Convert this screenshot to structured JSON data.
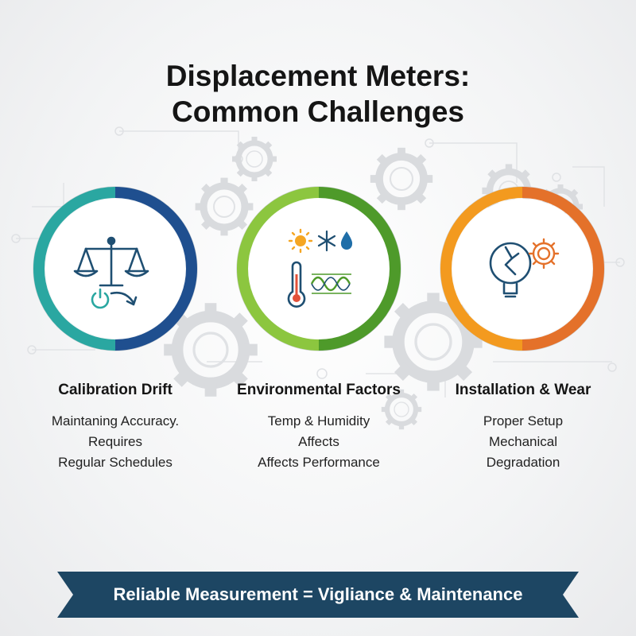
{
  "title": {
    "line1": "Displacement Meters:",
    "line2": "Common Challenges"
  },
  "cards": [
    {
      "heading": "Calibration Drift",
      "lines": [
        "Maintaning Accuracy.",
        "Requires",
        "Regular Schedules"
      ],
      "ring_colors": [
        "#2aa7a1",
        "#1f4f8f"
      ],
      "icon": "balance-scale-icon"
    },
    {
      "heading": "Environmental Factors",
      "lines": [
        "Temp & Humidity",
        "Affects",
        "Affects Performance"
      ],
      "ring_colors": [
        "#8cc63f",
        "#4e9a2a"
      ],
      "icon": "weather-thermometer-icon"
    },
    {
      "heading": "Installation & Wear",
      "lines": [
        "Proper Setup",
        "Mechanical",
        "Degradation"
      ],
      "ring_colors": [
        "#f39a1f",
        "#e4712a"
      ],
      "icon": "broken-gauge-gear-icon"
    }
  ],
  "banner": {
    "text": "Reliable Measurement = Vigliance & Maintenance",
    "color": "#1d4663"
  }
}
